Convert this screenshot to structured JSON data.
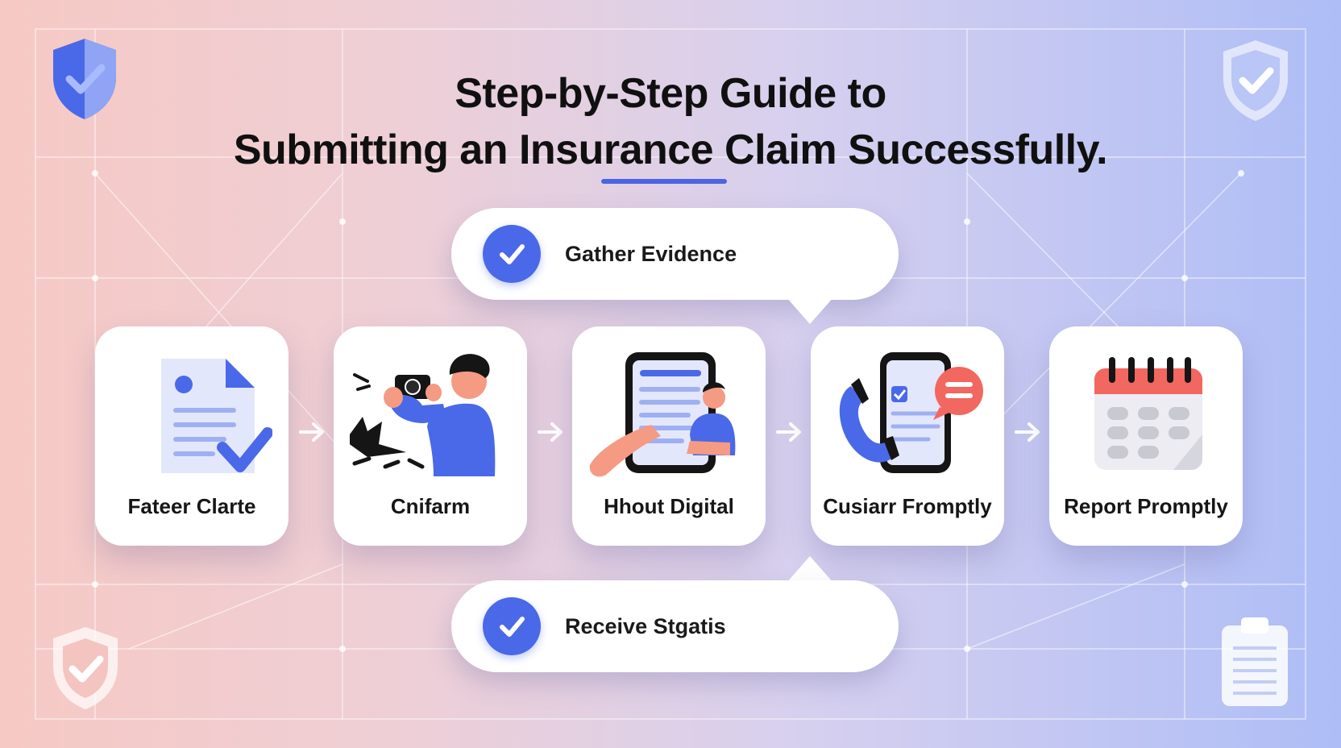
{
  "title": {
    "line1": "Step-by-Step Guide to",
    "line2": "Submitting an Insurance Claim Successfully."
  },
  "callouts": {
    "top": {
      "label": "Gather Evidence",
      "icon": "check-circle-icon"
    },
    "bottom": {
      "label": "Receive Stgatis",
      "icon": "check-circle-icon"
    }
  },
  "steps": [
    {
      "label": "Fateer Clarte",
      "icon": "document-check-icon"
    },
    {
      "label": "Cnifarm",
      "icon": "camera-photo-icon"
    },
    {
      "label": "Hhout Digital",
      "icon": "tablet-form-icon"
    },
    {
      "label": "Cusiarr Fromptly",
      "icon": "phone-chat-icon"
    },
    {
      "label": "Report Promptly",
      "icon": "calendar-icon"
    }
  ],
  "colors": {
    "accent": "#4a69e8",
    "alert": "#f2675f",
    "skin": "#f59a83",
    "ink": "#121212",
    "paper": "#e3e7fb"
  }
}
